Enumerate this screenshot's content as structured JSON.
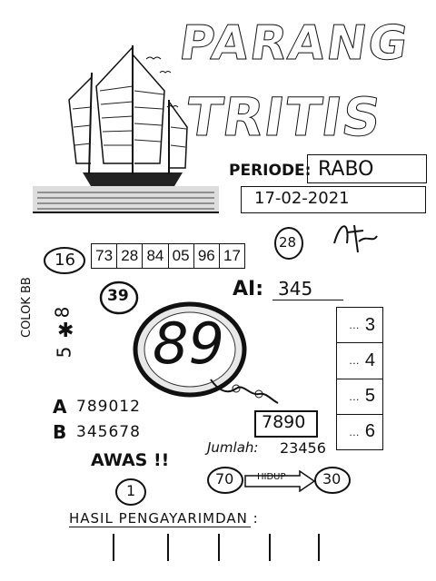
{
  "title": {
    "line1": "PARANG",
    "line2": "TRITIS"
  },
  "periode": {
    "label": "PERIODE:",
    "day": "RABO",
    "date": "17-02-2021"
  },
  "circled_left": "16",
  "number_row": [
    "73",
    "28",
    "84",
    "05",
    "96",
    "17"
  ],
  "circled_28": "28",
  "circled_39": "39",
  "ai": {
    "label": "AI:",
    "value": "345"
  },
  "colok_bebas": {
    "label": "COLOK BB",
    "value1": "8",
    "value2": "5"
  },
  "big_circle": "89",
  "right_boxes": [
    "3",
    "4",
    "5",
    "6"
  ],
  "lines": {
    "a_label": "A",
    "a_value": "789012",
    "b_label": "B",
    "b_value": "345678"
  },
  "box_7890": "7890",
  "awas": {
    "label": "AWAS !!",
    "circle": "1"
  },
  "jumlah": {
    "label": "Jumlah:",
    "value": "23456"
  },
  "hidup": {
    "left": "70",
    "label": "HIDUP",
    "right": "30"
  },
  "hasil": "HASIL PENGAYARIMDAN :",
  "colors": {
    "ink": "#111111",
    "paper": "#ffffff"
  }
}
